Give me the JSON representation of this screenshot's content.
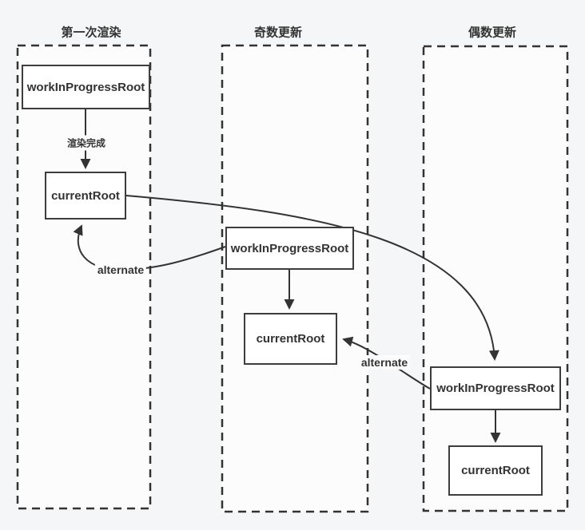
{
  "diagram": {
    "title_hint": "React fiber root double-buffering diagram",
    "colors": {
      "page_background": "#f5f6f7",
      "panel_background": "#fcfcfd",
      "line": "#333333",
      "box_background": "#ffffff",
      "box_border": "#3d3d3d",
      "text": "#333333"
    },
    "columns": [
      {
        "id": "first-render",
        "title": "第一次渲染",
        "nodes": [
          {
            "id": "c1-wip",
            "label": "workInProgressRoot"
          },
          {
            "id": "c1-current",
            "label": "currentRoot"
          }
        ]
      },
      {
        "id": "odd-update",
        "title": "奇数更新",
        "nodes": [
          {
            "id": "c2-wip",
            "label": "workInProgressRoot"
          },
          {
            "id": "c2-current",
            "label": "currentRoot"
          }
        ]
      },
      {
        "id": "even-update",
        "title": "偶数更新",
        "nodes": [
          {
            "id": "c3-wip",
            "label": "workInProgressRoot"
          },
          {
            "id": "c3-current",
            "label": "currentRoot"
          }
        ]
      }
    ],
    "edges": [
      {
        "from": "c1-wip",
        "to": "c1-current",
        "label": "渲染完成",
        "style": "straight-arrow-down"
      },
      {
        "from": "c1-current",
        "to": "c3-wip",
        "label": "",
        "style": "long-curve-arrow"
      },
      {
        "from": "c2-wip",
        "to": "c1-current",
        "label": "alternate",
        "style": "curve-arrow"
      },
      {
        "from": "c2-wip",
        "to": "c2-current",
        "label": "",
        "style": "straight-arrow-down"
      },
      {
        "from": "c3-wip",
        "to": "c2-current",
        "label": "alternate",
        "style": "curve-arrow"
      },
      {
        "from": "c3-wip",
        "to": "c3-current",
        "label": "",
        "style": "straight-arrow-down"
      }
    ]
  }
}
